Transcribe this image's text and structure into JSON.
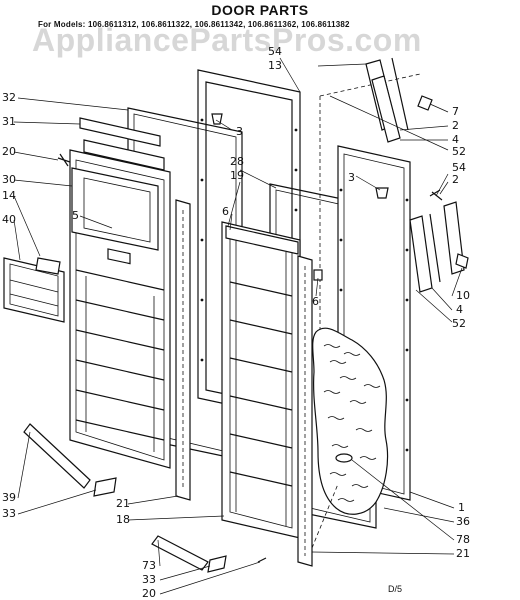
{
  "header": {
    "title": "DOOR PARTS",
    "models": "For Models: 106.8611312, 106.8611322, 106.8611342, 106.8611362, 106.8611382"
  },
  "watermark": "AppliancePartsPros.com",
  "page_number": "D/5",
  "callouts": {
    "c32": "32",
    "c31": "31",
    "c20a": "20",
    "c30": "30",
    "c14": "14",
    "c40": "40",
    "c5": "5",
    "c3a": "3",
    "c28": "28",
    "c19": "19",
    "c6a": "6",
    "c6b": "6",
    "c3b": "3",
    "c54a": "54",
    "c13": "13",
    "c7": "7",
    "c2a": "2",
    "c4a": "4",
    "c52a": "52",
    "c54b": "54",
    "c2b": "2",
    "c10": "10",
    "c4b": "4",
    "c52b": "52",
    "c39": "39",
    "c33a": "33",
    "c21a": "21",
    "c18": "18",
    "c1": "1",
    "c36": "36",
    "c78": "78",
    "c21b": "21",
    "c73": "73",
    "c33b": "33",
    "c20b": "20"
  },
  "colors": {
    "ink": "#111111",
    "watermark": "#969696"
  }
}
